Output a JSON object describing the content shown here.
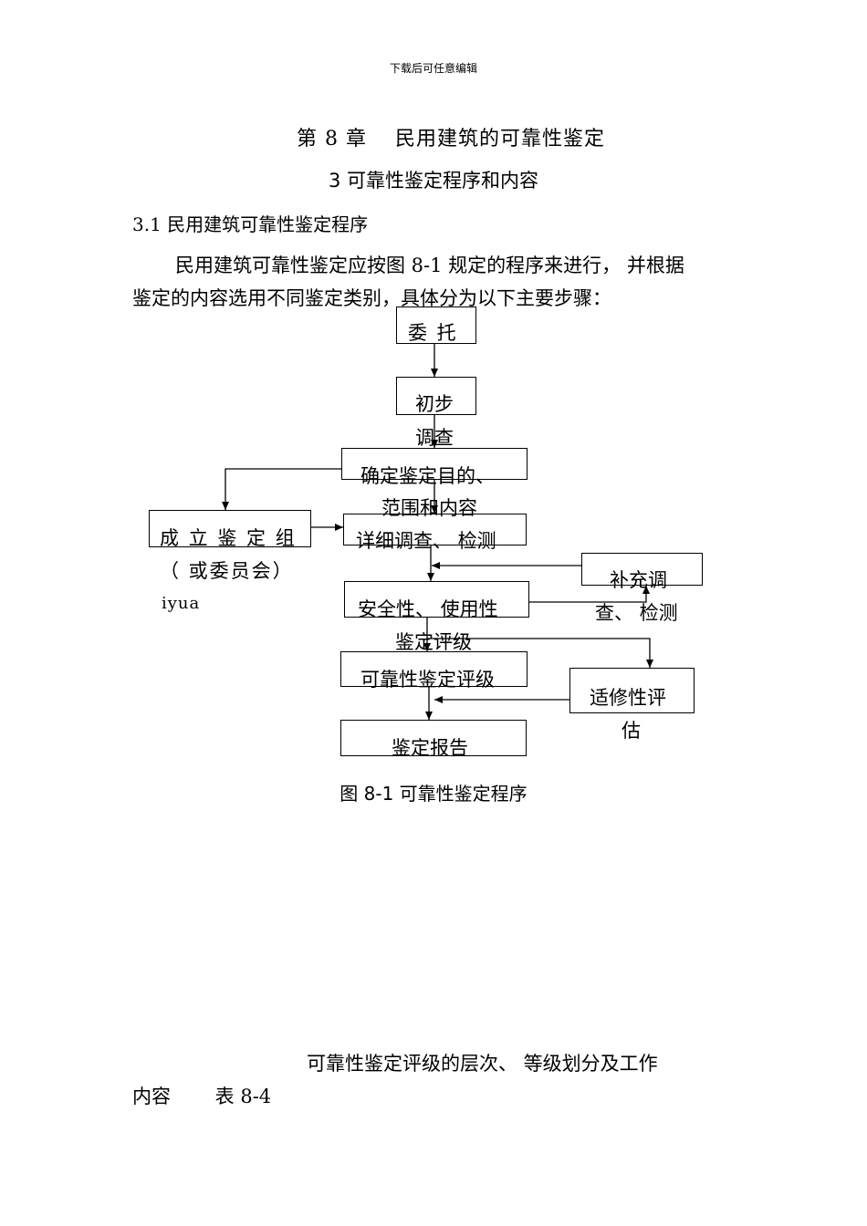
{
  "page": {
    "header": "下载后可任意编辑",
    "chapter_title": "第 8 章　 民用建筑的可靠性鉴定",
    "section_title": "3 可靠性鉴定程序和内容",
    "subsection_title": "3.1 民用建筑可靠性鉴定程序",
    "paragraph_line1": "民用建筑可靠性鉴定应按图 8-1 规定的程序来进行， 并根据",
    "paragraph_line2": "鉴定的内容选用不同鉴定类别，具体分为以下主要步骤：",
    "figure_caption": "图 8-1  可靠性鉴定程序",
    "table_title_line1": "可靠性鉴定评级的层次、 等级划分及工作",
    "table_title_line2": "内容　　 表 8-4"
  },
  "flowchart": {
    "entrust": "委 托",
    "prelim_line1": "初步",
    "prelim_line2": "调查",
    "purpose_line1": "确定鉴定目的、",
    "purpose_line2": "范围和内容",
    "group_line1": "成 立 鉴 定 组",
    "group_line2": "（  或委员会）",
    "group_line3": "iyua",
    "detailed": "详细调查、 检测",
    "supplement_line1": "补充调",
    "supplement_line2": "查、 检测",
    "safety_line1": "安全性、 使用性",
    "safety_line2": "鉴定评级",
    "reliability": "可靠性鉴定评级",
    "adapt_line1": "适修性评",
    "adapt_line2": "估",
    "report": "鉴定报告"
  }
}
